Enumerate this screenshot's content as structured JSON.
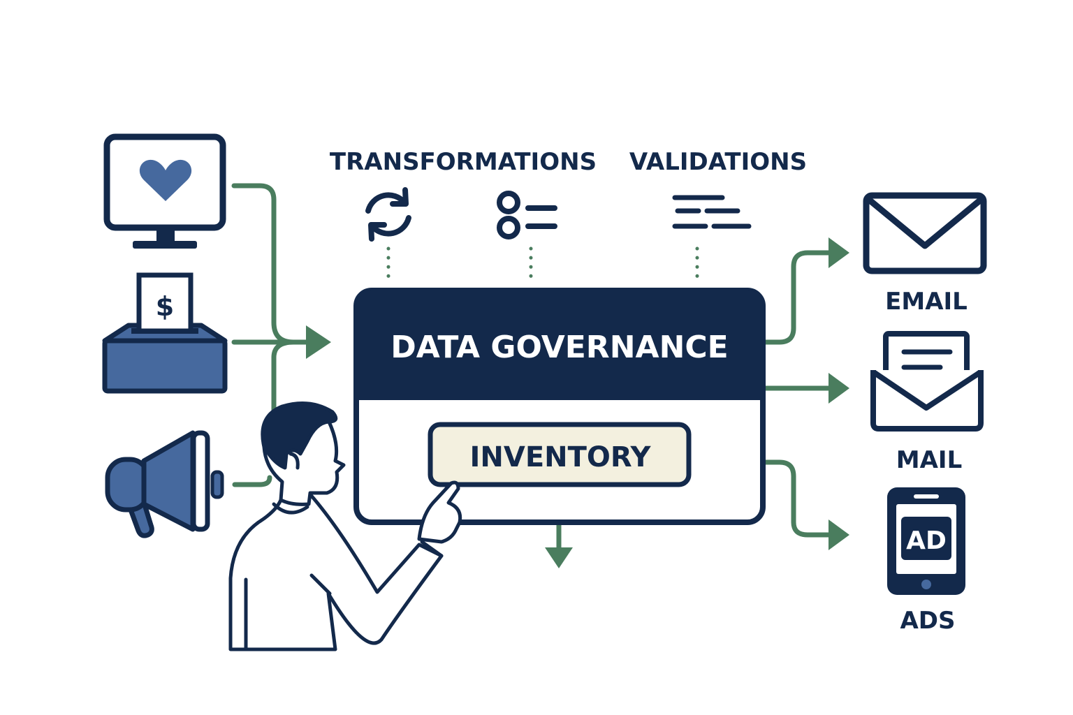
{
  "colors": {
    "navy": "#13294b",
    "blue": "#46699e",
    "green": "#4a7d5e",
    "inventory_fill": "#f3f0df",
    "white": "#ffffff"
  },
  "labels": {
    "transformations": "TRANSFORMATIONS",
    "validations": "VALIDATIONS",
    "governance": "DATA GOVERNANCE",
    "inventory": "INVENTORY",
    "email": "EMAIL",
    "mail": "MAIL",
    "ads": "ADS",
    "ad_badge": "AD",
    "dollar": "$"
  },
  "icons": {
    "sources": [
      "monitor-heart-icon",
      "donation-box-icon",
      "megaphone-icon"
    ],
    "processes": [
      "refresh-icon",
      "checklist-icon",
      "text-lines-icon"
    ],
    "outputs": [
      "envelope-icon",
      "open-letter-icon",
      "mobile-ad-icon"
    ]
  }
}
